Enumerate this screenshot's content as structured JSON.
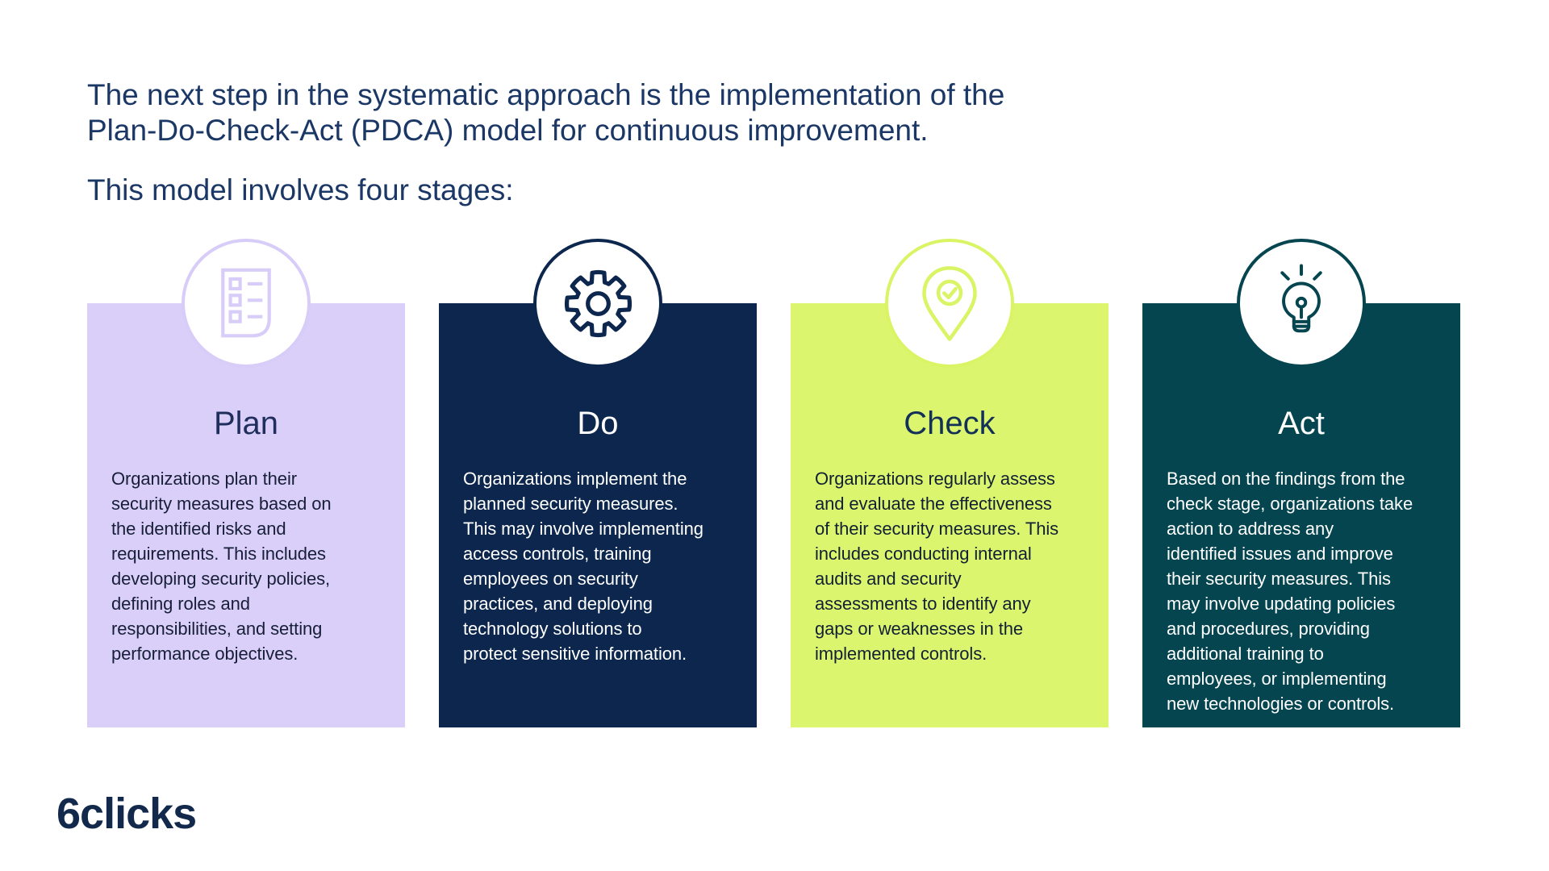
{
  "header": {
    "intro": "The next step in the systematic approach is the implementation of the\nPlan-Do-Check-Act (PDCA) model for continuous improvement.",
    "stages_line": "This model involves four stages:"
  },
  "cards": [
    {
      "title": "Plan",
      "body": "Organizations plan their\nsecurity measures based on\nthe identified risks and\nrequirements. This includes\ndeveloping security policies,\ndefining roles and\nresponsibilities, and setting\nperformance objectives.",
      "bg": "#DACFF9",
      "title_color": "#1F2E5C",
      "text_color": "#171E38",
      "accent": "#D8CCF8",
      "icon": "checklist"
    },
    {
      "title": "Do",
      "body": "Organizations implement the\nplanned security measures.\nThis may involve implementing\naccess controls, training\nemployees on security\npractices, and deploying\ntechnology solutions to\nprotect sensitive information.",
      "bg": "#0C264D",
      "title_color": "#FFFFFF",
      "text_color": "#FFFFFF",
      "accent": "#0C264D",
      "icon": "gear"
    },
    {
      "title": "Check",
      "body": "Organizations regularly assess\nand evaluate the effectiveness\nof their security measures. This\nincludes conducting internal\naudits and security\nassessments to identify any\ngaps or weaknesses in the\nimplemented controls.",
      "bg": "#DCF56E",
      "title_color": "#133059",
      "text_color": "#122035",
      "accent": "#D9F464",
      "icon": "pin-check"
    },
    {
      "title": "Act",
      "body": "Based on the findings from the\ncheck stage, organizations take\naction to address any\nidentified issues and improve\ntheir security measures. This\nmay involve updating policies\nand procedures, providing\nadditional training to\nemployees, or implementing\nnew technologies or controls.",
      "bg": "#04454F",
      "title_color": "#FFFFFF",
      "text_color": "#FFFFFF",
      "accent": "#04454F",
      "icon": "lightbulb"
    }
  ],
  "footer": {
    "logo_text": "6clicks"
  },
  "colors": {
    "background": "#FFFFFF",
    "heading": "#1B3765",
    "logo": "#12294C"
  }
}
